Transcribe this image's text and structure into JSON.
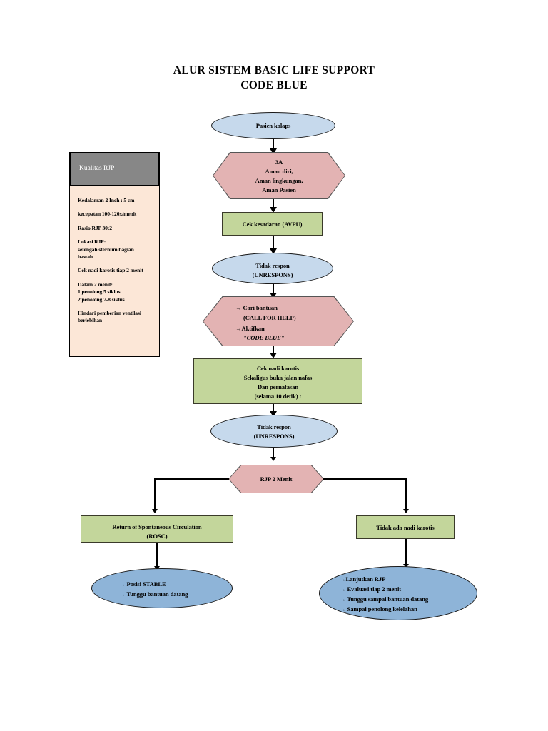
{
  "document": {
    "title_line1": "ALUR SISTEM BASIC LIFE SUPPORT",
    "title_line2": "CODE BLUE"
  },
  "colors": {
    "pink": "#e3b3b3",
    "green": "#c3d69b",
    "blue_light": "#c6d9ec",
    "blue_dark": "#8eb4d8",
    "sidebar_body": "#fce7d7",
    "sidebar_header": "#878787",
    "outline": "#000000"
  },
  "sidebar": {
    "header": "Kualitas RJP",
    "lines": [
      [
        "Kedalaman 2 Inch : 5 cm"
      ],
      [
        "kecepatan 100-120x/menit"
      ],
      [
        "Rasio RJP  30:2"
      ],
      [
        "Lokasi  RJP:",
        "setengah sternum bagian",
        "bawah"
      ],
      [
        "Cek nadi karotis tiap 2 menit"
      ],
      [
        "Dalam  2 menit:",
        "1 penolong 5 siklus",
        "2 penolong 7-8 siklus"
      ],
      [
        "Hindari pemberian ventilasi",
        "berlebihan"
      ]
    ]
  },
  "flow": {
    "n1": {
      "shape": "ellipse",
      "color": "blue_light",
      "lines": [
        "Pasien kolaps"
      ]
    },
    "n2": {
      "shape": "hexagon",
      "color": "pink",
      "lines": [
        "3A",
        "Aman diri,",
        "Aman lingkungan,",
        "Aman Pasien"
      ]
    },
    "n3": {
      "shape": "rect",
      "color": "green",
      "lines": [
        "Cek kesadaran  (AVPU)"
      ]
    },
    "n4": {
      "shape": "ellipse",
      "color": "blue_light",
      "lines": [
        "Tidak respon",
        "(UNRESPONS)"
      ]
    },
    "n5": {
      "shape": "hexagon",
      "color": "pink",
      "lines": [
        "→ Cari bantuan",
        "(CALL FOR HELP)",
        "→Aktifkan",
        "\"CODE BLUE\""
      ]
    },
    "n6": {
      "shape": "rect",
      "color": "green",
      "lines": [
        "Cek nadi karotis",
        "Sekaligus buka jalan nafas",
        "Dan pernafasan",
        "(selama 10 detik) :"
      ]
    },
    "n7": {
      "shape": "ellipse",
      "color": "blue_light",
      "lines": [
        "Tidak respon",
        "(UNRESPONS)"
      ],
      "clipped_line": ""
    },
    "n8": {
      "shape": "hexagon",
      "color": "pink",
      "lines": [
        "RJP 2 Menit"
      ]
    },
    "n9": {
      "shape": "rect",
      "color": "green",
      "lines": [
        "Return of Spontaneous  Circulation",
        "(ROSC)"
      ]
    },
    "n10": {
      "shape": "rect",
      "color": "green",
      "lines": [
        "Tidak ada nadi karotis"
      ]
    },
    "n11": {
      "shape": "ellipse",
      "color": "blue_dark",
      "lines": [
        "→ Posisi STABLE",
        "→ Tunggu bantuan datang"
      ]
    },
    "n12": {
      "shape": "ellipse",
      "color": "blue_dark",
      "lines": [
        "→Lanjutkan RJP",
        "→ Evaluasi tiap 2 menit",
        "→ Tunggu sampai bantuan datang",
        "→ Sampai penolong kelelahan"
      ]
    }
  }
}
